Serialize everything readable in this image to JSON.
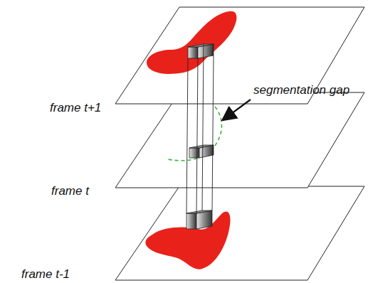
{
  "diagram": {
    "labels": [
      "frame t+1",
      "frame t",
      "frame t-1",
      "segmentation gap"
    ]
  }
}
